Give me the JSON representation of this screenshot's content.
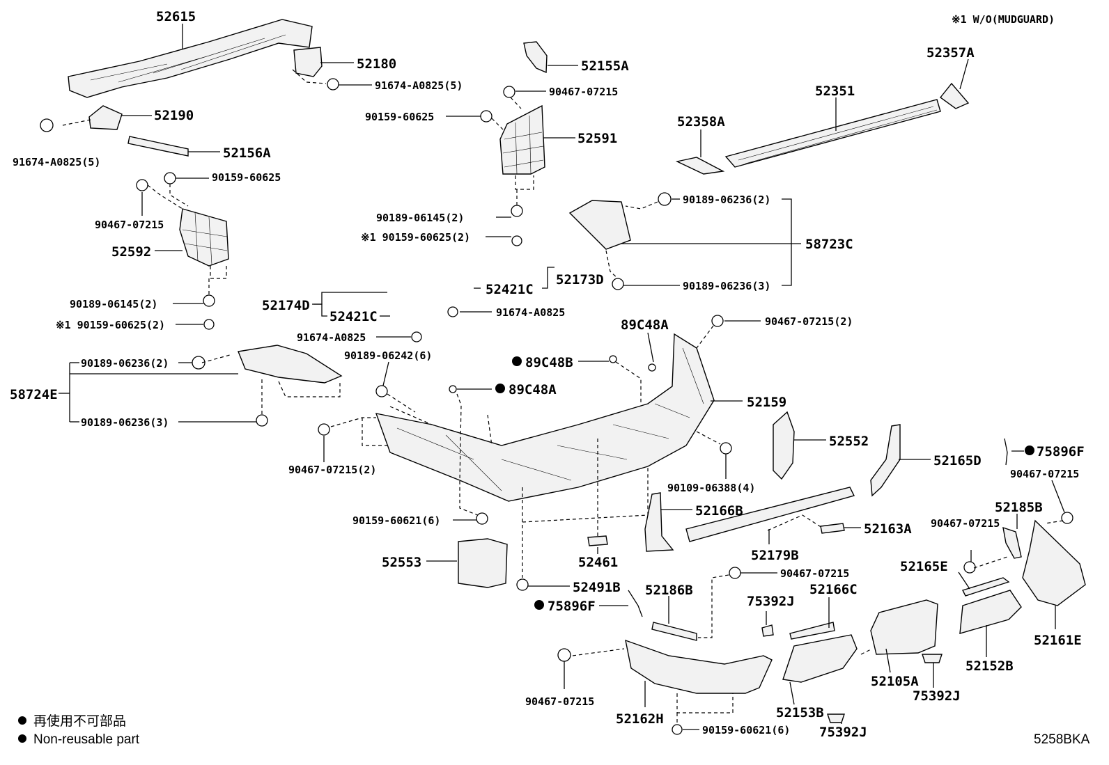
{
  "note": "※1 W/O(MUDGUARD)",
  "diagram_code": "5258BKA",
  "legend": [
    {
      "symbol": "●",
      "text": "再使用不可部品"
    },
    {
      "symbol": "●",
      "text": "Non-reusable part"
    }
  ],
  "labels": {
    "l52615": "52615",
    "l52180": "52180",
    "l52155A": "52155A",
    "l91674_a0825_5_a": "91674-A0825(5)",
    "l90467_07215_a": "90467-07215",
    "l52357A": "52357A",
    "l52190": "52190",
    "l90159_60625_a": "90159-60625",
    "l52351": "52351",
    "l52591": "52591",
    "l52358A": "52358A",
    "l91674_a0825_5_b": "91674-A0825(5)",
    "l52156A": "52156A",
    "l90159_60625_b": "90159-60625",
    "l90189_06236_2_a": "90189-06236(2)",
    "l90467_07215_b": "90467-07215",
    "l90189_06145_2_a": "90189-06145(2)",
    "l90159_60625_2_a": "※1 90159-60625(2)",
    "l58723C": "58723C",
    "l52592": "52592",
    "l52421C_a": "52421C",
    "l52173D": "52173D",
    "l90189_06236_3_a": "90189-06236(3)",
    "l52174D": "52174D",
    "l90189_06145_2_b": "90189-06145(2)",
    "l91674_a0825_a": "91674-A0825",
    "l52421C_b": "52421C",
    "l90159_60625_2_b": "※1 90159-60625(2)",
    "l89C48A_a": "89C48A",
    "l90467_07215_2_a": "90467-07215(2)",
    "l91674_a0825_b": "91674-A0825",
    "l90189_06242_6": "90189-06242(6)",
    "l90189_06236_2_b": "90189-06236(2)",
    "l89C48B": "89C48B",
    "l58724E": "58724E",
    "l89C48A_b": "89C48A",
    "l52159": "52159",
    "l90189_06236_3_b": "90189-06236(3)",
    "l52552": "52552",
    "l75896F_a": "75896F",
    "l52165D": "52165D",
    "l90467_07215_2_b": "90467-07215(2)",
    "l90109_06388_4": "90109-06388(4)",
    "l90467_07215_c": "90467-07215",
    "l52166B": "52166B",
    "l52185B": "52185B",
    "l90159_60621_6_a": "90159-60621(6)",
    "l90467_07215_d": "90467-07215",
    "l52163A": "52163A",
    "l52179B": "52179B",
    "l52553": "52553",
    "l52461": "52461",
    "l52165E": "52165E",
    "l90467_07215_e": "90467-07215",
    "l52491B": "52491B",
    "l52186B": "52186B",
    "l52166C": "52166C",
    "l75896F_b": "75896F",
    "l75392J_a": "75392J",
    "l52161E": "52161E",
    "l52152B": "52152B",
    "l52105A": "52105A",
    "l90467_07215_f": "90467-07215",
    "l75392J_b": "75392J",
    "l52162H": "52162H",
    "l52153B": "52153B",
    "l75392J_c": "75392J",
    "l90159_60621_6_b": "90159-60621(6)"
  }
}
